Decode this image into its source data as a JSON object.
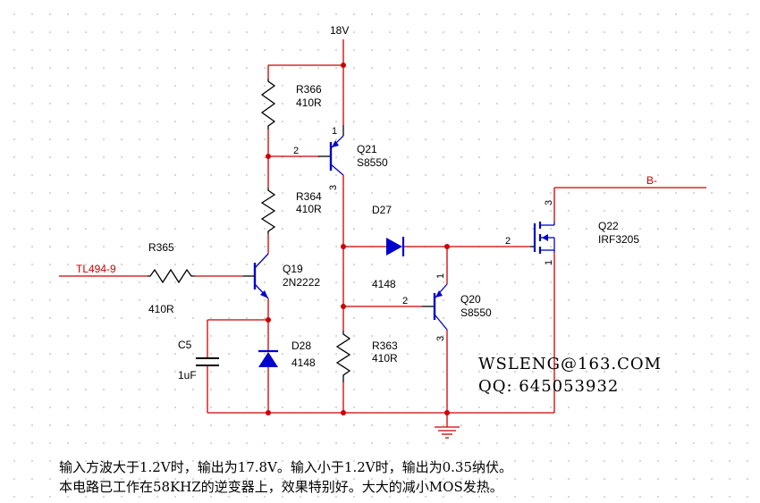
{
  "supply": {
    "label": "18V"
  },
  "input_net": {
    "label": "TL494-9",
    "color": "#cc0000"
  },
  "output_net": {
    "label": "B-",
    "color": "#cc0000"
  },
  "colors": {
    "wire": "#cc0000",
    "component": "#000000",
    "junction": "#cc0000",
    "device": "#0000cc",
    "ground": "#cc0000"
  },
  "components": {
    "R366": {
      "ref": "R366",
      "value": "410R"
    },
    "R364": {
      "ref": "R364",
      "value": "410R"
    },
    "R365": {
      "ref": "R365",
      "value": "410R"
    },
    "R363": {
      "ref": "R363",
      "value": "410R"
    },
    "Q21": {
      "ref": "Q21",
      "value": "S8550"
    },
    "Q19": {
      "ref": "Q19",
      "value": "2N2222"
    },
    "Q20": {
      "ref": "Q20",
      "value": "S8550"
    },
    "Q22": {
      "ref": "Q22",
      "value": "IRF3205"
    },
    "D27": {
      "ref": "D27",
      "value": "4148"
    },
    "D28": {
      "ref": "D28",
      "value": "4148"
    },
    "C5": {
      "ref": "C5",
      "value": "1uF"
    }
  },
  "pins": {
    "q21_p1": "1",
    "q21_p2": "2",
    "q21_p3": "3",
    "q20_p1": "1",
    "q20_p2": "2",
    "q20_p3": "3",
    "q22_p1": "1",
    "q22_p2": "2",
    "q22_p3": "3"
  },
  "watermark": {
    "email": "WSLENG@163.COM",
    "qq": "QQ:  645053932"
  },
  "notes": [
    "输入方波大于1.2V时，输出为17.8V。输入小于1.2V时，输出为0.35纳伏。",
    "本电路已工作在58KHZ的逆变器上，效果特别好。大大的减小MOS发热。"
  ]
}
